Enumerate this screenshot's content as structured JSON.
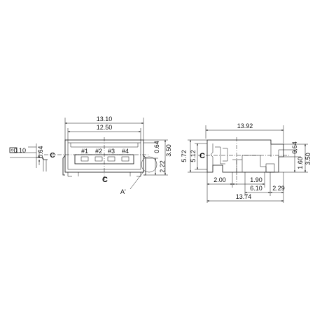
{
  "front_view": {
    "overall_width": "13.10",
    "inner_width": "12.50",
    "pins": [
      "#1",
      "#2",
      "#3",
      "#4"
    ],
    "top_offset": "0.64",
    "slot_height": "2.22",
    "overall_height": "3.50",
    "center_mark": "C",
    "section_label": "A'"
  },
  "side_view": {
    "overall_length": "13.92",
    "height_outer": "5.72",
    "height_inner": "5.12",
    "top_offset": "0.64",
    "height_a": "1.60",
    "height_b": "3.50",
    "dim_200": "2.00",
    "dim_190": "1.90",
    "dim_610": "6.10",
    "dim_229": "2.29",
    "base_length": "13.74",
    "center_mark": "C"
  },
  "detail_view": {
    "thickness": "0.10",
    "offset": "0.64",
    "center_mark": "C"
  }
}
